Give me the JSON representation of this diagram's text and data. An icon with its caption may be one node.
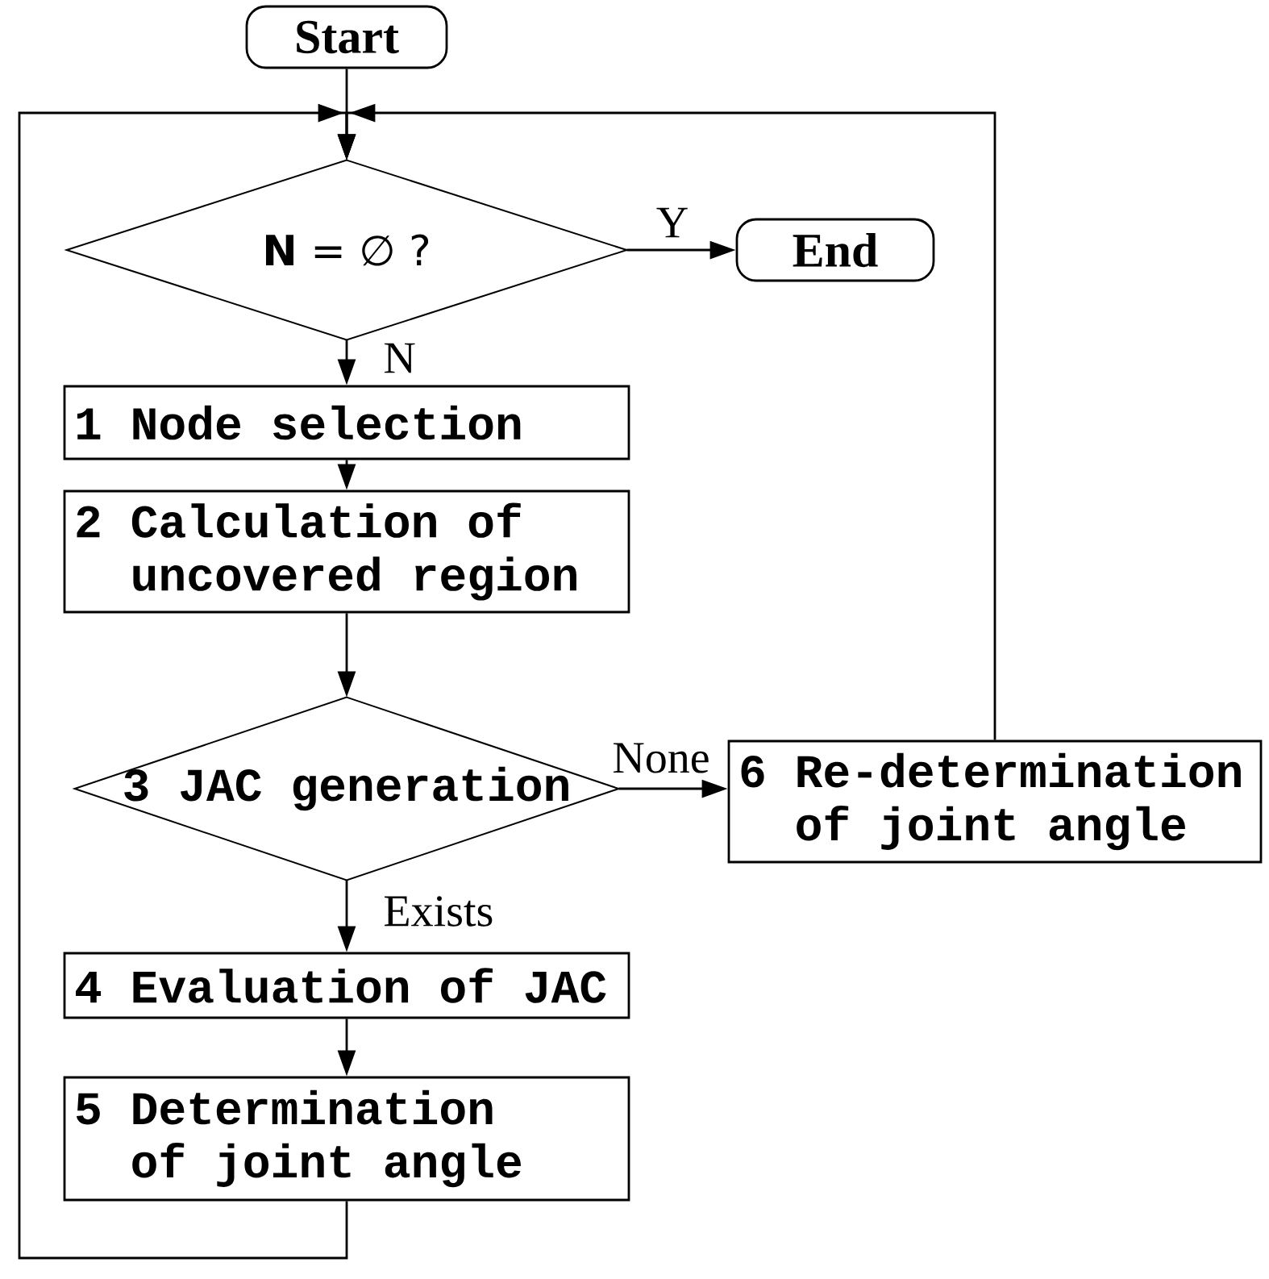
{
  "diagram": {
    "nodes": [
      {
        "text": [
          "Start"
        ]
      },
      {
        "text": [
          "**N** = ∅ ?"
        ]
      },
      {
        "text": [
          "End"
        ]
      },
      {
        "text": [
          "1 Node selection"
        ]
      },
      {
        "text": [
          "2 Calculation of uncovered region"
        ]
      },
      {
        "text": [
          "3 JAC generation"
        ]
      },
      {
        "text": [
          "6 Re-determination of joint angle"
        ]
      },
      {
        "text": [
          "4 Evaluation of JAC"
        ]
      },
      {
        "text": [
          "5 Determination of joint angle"
        ]
      }
    ],
    "edges": [
      {
        "from": 0,
        "to": 1,
        "arrow": "to"
      },
      {
        "from": 1,
        "to": 2,
        "arrow": "to",
        "label": "Y"
      },
      {
        "from": 1,
        "to": 3,
        "arrow": "to",
        "label": "N"
      },
      {
        "from": 3,
        "to": 4,
        "arrow": "to"
      },
      {
        "from": 4,
        "to": 5,
        "arrow": "to"
      },
      {
        "from": 5,
        "to": 6,
        "arrow": "to",
        "label": "None"
      },
      {
        "from": 5,
        "to": 7,
        "arrow": "to",
        "label": "Exists"
      },
      {
        "from": 7,
        "to": 8,
        "arrow": "to"
      },
      {
        "from": 8,
        "to": 1,
        "arrow": "to"
      },
      {
        "from": 6,
        "to": 1,
        "arrow": "to"
      }
    ]
  }
}
